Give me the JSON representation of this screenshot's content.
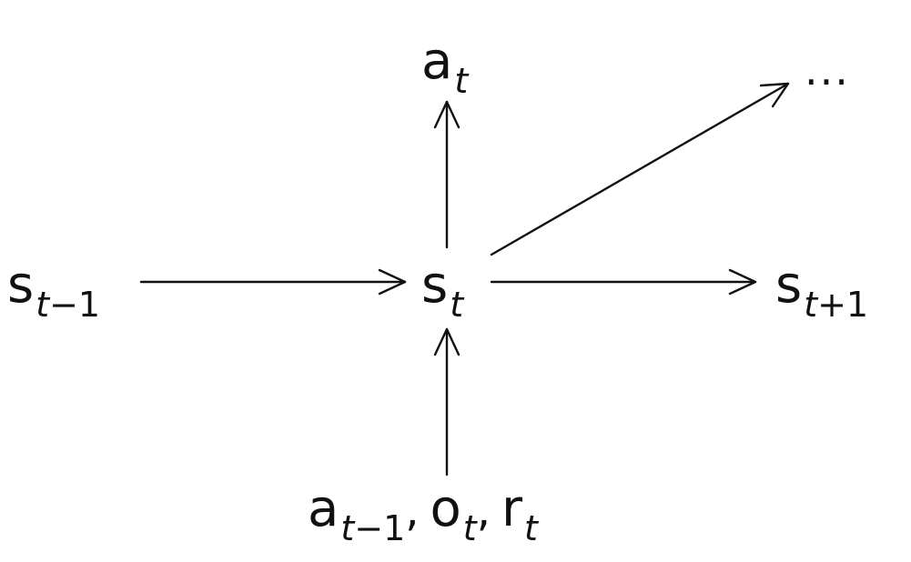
{
  "nodes": {
    "action_t": {
      "base": "a",
      "sub": "t"
    },
    "ellipsis": {
      "text": "..."
    },
    "state_prev": {
      "base": "s",
      "sub_var": "t",
      "sub_rest": "−1"
    },
    "state_t": {
      "base": "s",
      "sub": "t"
    },
    "state_next": {
      "base": "s",
      "sub_var": "t",
      "sub_rest": "+1"
    },
    "inputs": {
      "a_base": "a",
      "a_sub_var": "t",
      "a_sub_rest": "−1",
      "sep1": ",",
      "o_base": "o",
      "o_sub": "t",
      "sep2": ",",
      "r_base": "r",
      "r_sub": "t"
    }
  },
  "edges": [
    {
      "from": "state_prev",
      "to": "state_t"
    },
    {
      "from": "state_t",
      "to": "state_next"
    },
    {
      "from": "state_t",
      "to": "action_t"
    },
    {
      "from": "state_t",
      "to": "ellipsis"
    },
    {
      "from": "inputs",
      "to": "state_t"
    }
  ],
  "colors": {
    "stroke": "#111111",
    "background": "#ffffff"
  }
}
